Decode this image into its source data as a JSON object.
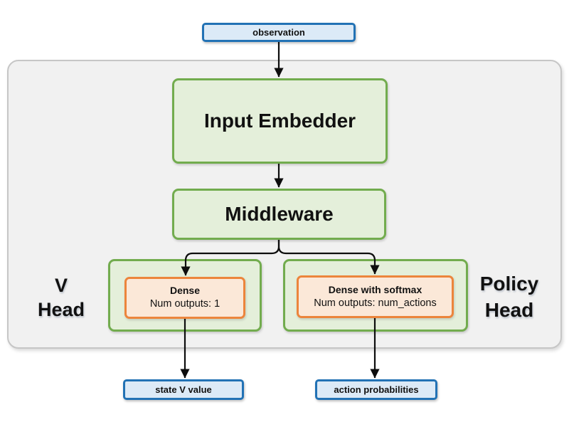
{
  "diagram_title": "Actor-critic network architecture diagram",
  "colors": {
    "blue_border": "#2272b5",
    "blue_fill": "#dceaf7",
    "green_border": "#72ac4e",
    "green_fill": "#e4efda",
    "orange_border": "#ec853c",
    "orange_fill": "#fbe8d8",
    "container_fill": "#f1f1f1",
    "container_border": "#c6c6c6",
    "arrow": "#0d0d0d",
    "text": "#111111"
  },
  "nodes": {
    "observation": "observation",
    "input_embedder": "Input Embedder",
    "middleware": "Middleware",
    "v_head_line1": "V",
    "v_head_line2": "Head",
    "v_dense_title": "Dense",
    "v_dense_outputs": "Num outputs: 1",
    "policy_head_line1": "Policy",
    "policy_head_line2": "Head",
    "policy_dense_title": "Dense with softmax",
    "policy_dense_outputs": "Num outputs: num_actions",
    "state_v_value": "state V value",
    "action_probabilities": "action probabilities"
  }
}
